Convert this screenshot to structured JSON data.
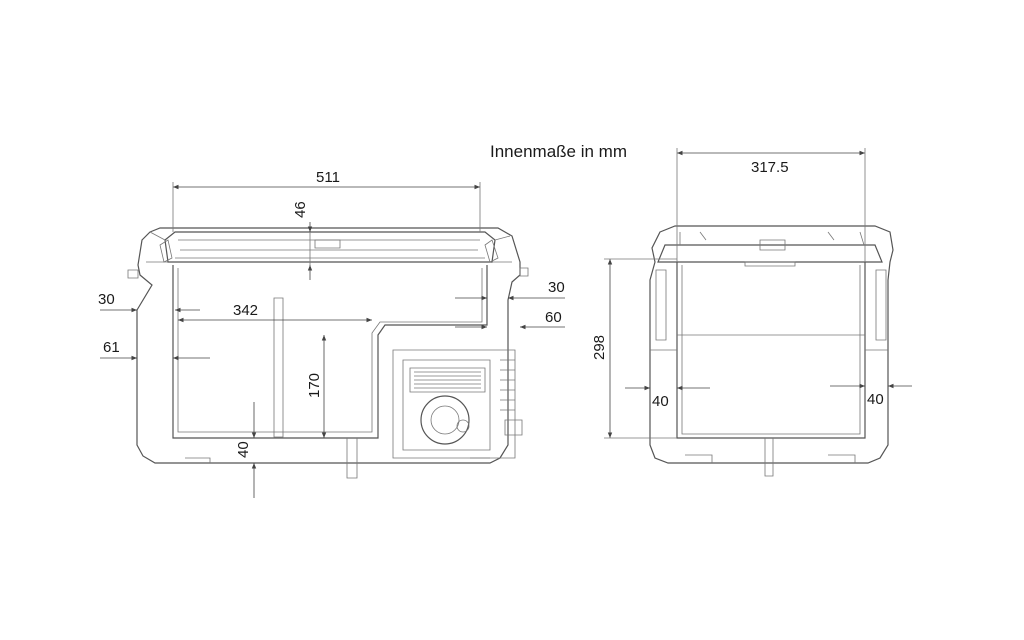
{
  "caption": "Innenmaße in mm",
  "front_view": {
    "width": "511",
    "lid_depth": "46",
    "wall_top": "30",
    "wall_top_right": "30",
    "inner_width": "342",
    "step_right": "60",
    "wall_side": "61",
    "step_height": "170",
    "floor": "40"
  },
  "side_view": {
    "width": "317.5",
    "height": "298",
    "wall_left": "40",
    "wall_right": "40"
  },
  "colors": {
    "line": "#555555",
    "text": "#1a1a1a"
  }
}
